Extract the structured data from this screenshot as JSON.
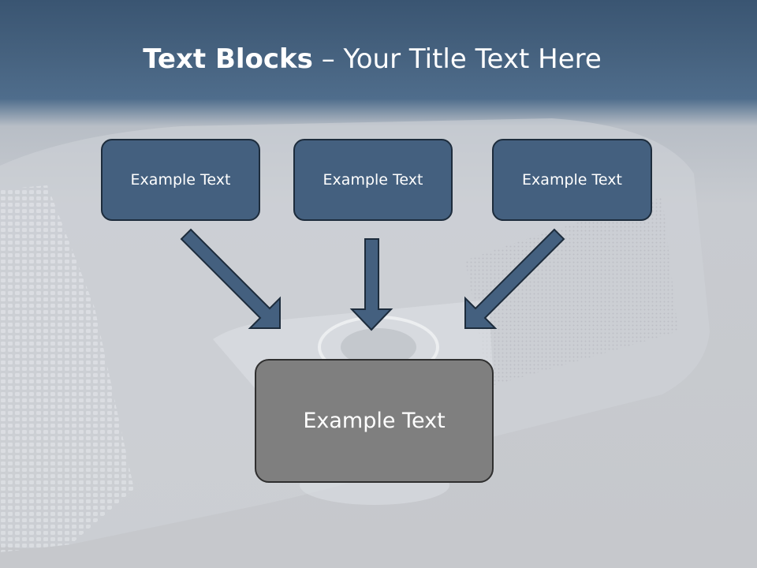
{
  "title": {
    "bold": "Text Blocks",
    "rest": " – Your Title Text Here"
  },
  "blocks": {
    "top": [
      "Example Text",
      "Example Text",
      "Example Text"
    ],
    "bottom": "Example Text"
  },
  "colors": {
    "title_band": "#46627f",
    "block_fill": "#44607f",
    "block_border": "#1d2c3c",
    "arrow_fill": "#44607f",
    "bottom_fill": "#7f7f7f",
    "background": "#c8cbd0"
  }
}
